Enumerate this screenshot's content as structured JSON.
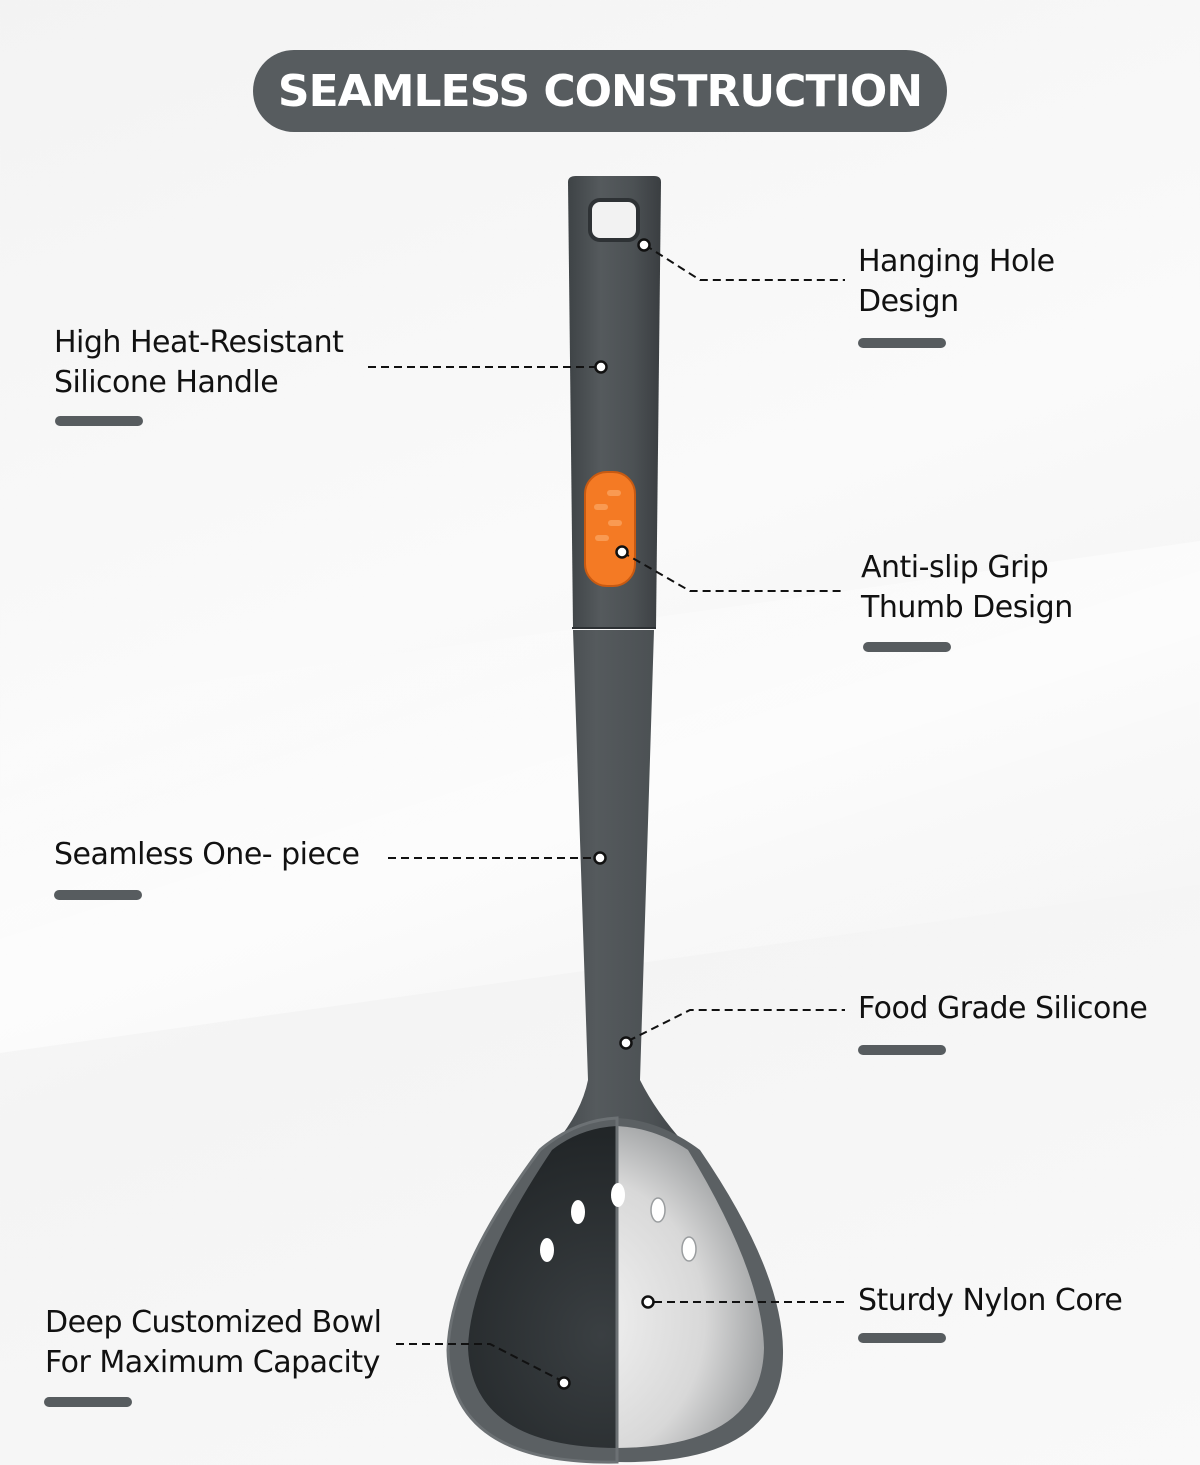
{
  "header": {
    "title": "SEAMLESS CONSTRUCTION"
  },
  "colors": {
    "pill": "#575c5f",
    "handle": "#4a4f52",
    "accent_orange": "#f47a24",
    "text": "#111111",
    "underline": "#575c5f"
  },
  "callouts": [
    {
      "id": "hanging-hole",
      "lines": [
        "Hanging Hole",
        "Design"
      ]
    },
    {
      "id": "heat-resistant-handle",
      "lines": [
        "High Heat-Resistant",
        "Silicone Handle"
      ]
    },
    {
      "id": "anti-slip-grip",
      "lines": [
        "Anti-slip Grip",
        "Thumb Design"
      ]
    },
    {
      "id": "seamless-one-piece",
      "lines": [
        "Seamless One- piece"
      ]
    },
    {
      "id": "food-grade-silicone",
      "lines": [
        "Food Grade Silicone"
      ]
    },
    {
      "id": "sturdy-nylon-core",
      "lines": [
        "Sturdy Nylon Core"
      ]
    },
    {
      "id": "deep-bowl",
      "lines": [
        "Deep Customized Bowl",
        "For Maximum Capacity"
      ]
    }
  ]
}
